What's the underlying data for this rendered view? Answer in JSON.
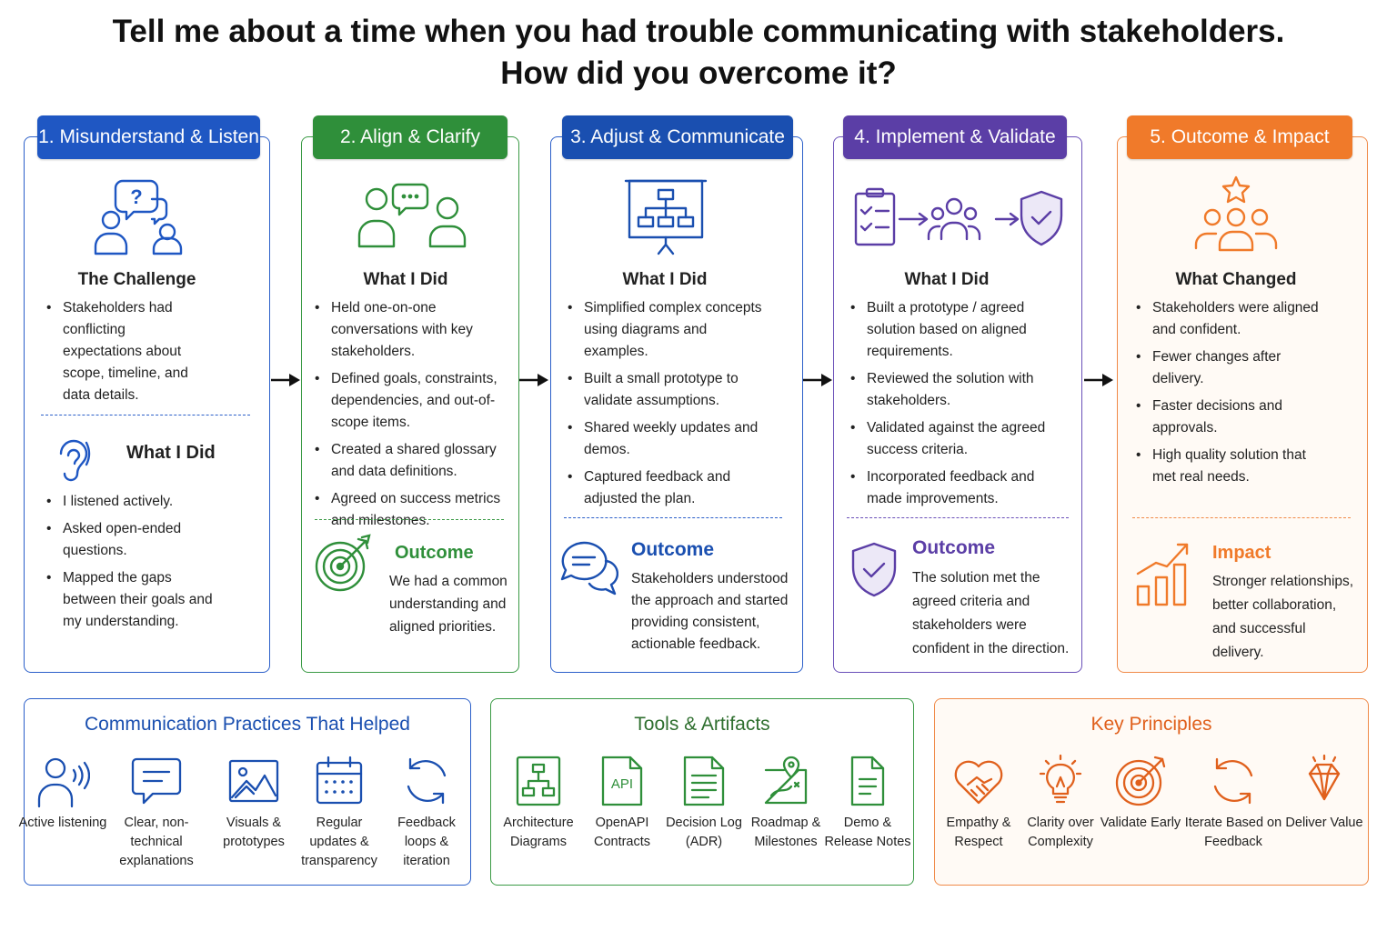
{
  "title": {
    "line1": "Tell me about a time when you had trouble communicating with stakeholders.",
    "line2": "How did you overcome it?"
  },
  "colors": {
    "blue": "#1f57c3",
    "green": "#2f8f3a",
    "blue2": "#1a4fb0",
    "purple": "#5b3ea6",
    "orange": "#f07a2a"
  },
  "steps": [
    {
      "tab": "1. Misunderstand & Listen",
      "section_title": "The Challenge",
      "bullets": [
        "Stakeholders had conflicting expectations about scope, timeline, and data details."
      ],
      "sub_title": "What I Did",
      "sub_bullets": [
        "I listened actively.",
        "Asked open-ended questions.",
        "Mapped the gaps between their goals and my understanding."
      ]
    },
    {
      "tab": "2. Align & Clarify",
      "section_title": "What I Did",
      "bullets": [
        "Held one-on-one conversations with key stakeholders.",
        "Defined goals, constraints, dependencies, and out-of-scope items.",
        "Created a shared glossary and data definitions.",
        "Agreed on success metrics and milestones."
      ],
      "outcome_title": "Outcome",
      "outcome_text": "We had a common understanding and aligned priorities."
    },
    {
      "tab": "3. Adjust & Communicate",
      "section_title": "What I Did",
      "bullets": [
        "Simplified complex concepts using diagrams and examples.",
        "Built a small prototype to validate assumptions.",
        "Shared weekly updates and demos.",
        "Captured feedback and adjusted the plan."
      ],
      "outcome_title": "Outcome",
      "outcome_text": "Stakeholders understood the approach and started providing consistent, actionable feedback."
    },
    {
      "tab": "4. Implement & Validate",
      "section_title": "What I Did",
      "bullets": [
        "Built a prototype / agreed solution based on aligned requirements.",
        "Reviewed the solution with stakeholders.",
        "Validated against the agreed success criteria.",
        "Incorporated feedback and made improvements."
      ],
      "outcome_title": "Outcome",
      "outcome_text": "The solution met the agreed criteria and stakeholders were confident in the direction."
    },
    {
      "tab": "5. Outcome & Impact",
      "section_title": "What Changed",
      "bullets": [
        "Stakeholders were aligned and confident.",
        "Fewer changes after delivery.",
        "Faster decisions and approvals.",
        "High quality solution that met real needs."
      ],
      "outcome_title": "Impact",
      "outcome_text": "Stronger relationships, better collaboration, and successful delivery."
    }
  ],
  "practices": {
    "title": "Communication Practices That Helped",
    "items": [
      {
        "label": "Active listening",
        "icon": "person-sound-icon"
      },
      {
        "label": "Clear, non-technical explanations",
        "icon": "chat-icon"
      },
      {
        "label": "Visuals & prototypes",
        "icon": "image-icon"
      },
      {
        "label": "Regular updates & transparency",
        "icon": "calendar-icon"
      },
      {
        "label": "Feedback loops & iteration",
        "icon": "refresh-icon"
      }
    ]
  },
  "tools": {
    "title": "Tools & Artifacts",
    "items": [
      {
        "label": "Architecture Diagrams",
        "icon": "diagram-doc-icon"
      },
      {
        "label": "OpenAPI Contracts",
        "icon": "api-doc-icon",
        "badge": "API"
      },
      {
        "label": "Decision Log (ADR)",
        "icon": "log-doc-icon"
      },
      {
        "label": "Roadmap & Milestones",
        "icon": "roadmap-icon"
      },
      {
        "label": "Demo & Release Notes",
        "icon": "notes-doc-icon"
      }
    ]
  },
  "principles": {
    "title": "Key Principles",
    "items": [
      {
        "label": "Empathy & Respect",
        "icon": "heart-hands-icon"
      },
      {
        "label": "Clarity over Complexity",
        "icon": "lightbulb-icon"
      },
      {
        "label": "Validate Early",
        "icon": "target-icon"
      },
      {
        "label": "Iterate Based on Feedback",
        "icon": "refresh-icon"
      },
      {
        "label": "Deliver Value",
        "icon": "diamond-icon"
      }
    ]
  }
}
